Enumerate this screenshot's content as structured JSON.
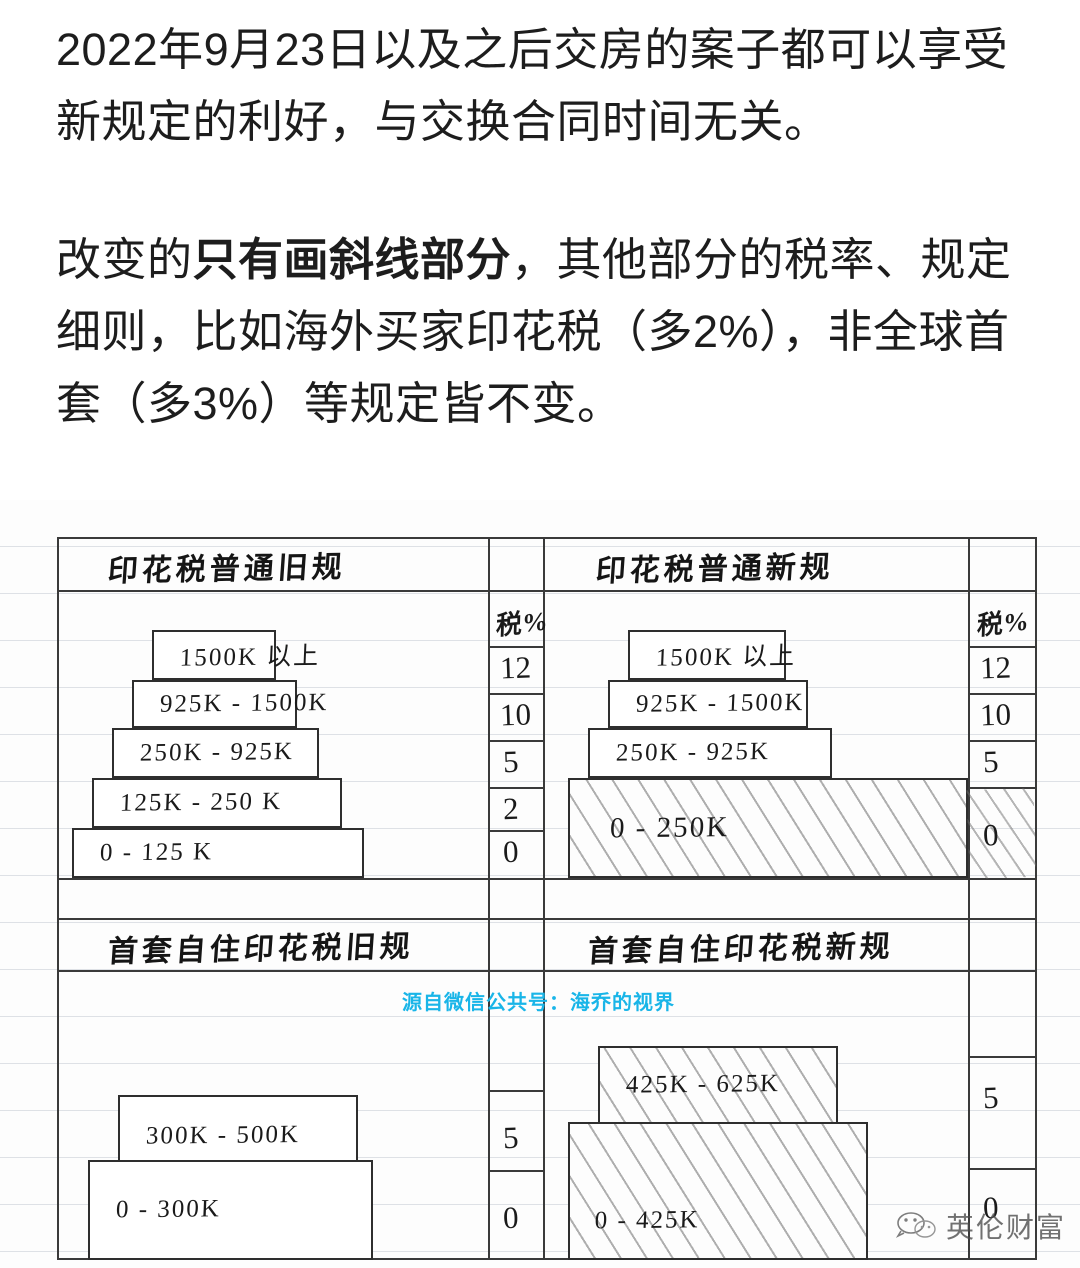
{
  "article": {
    "paragraph_1": "2022年9月23日以及之后交房的案子都可以享受新规定的利好，与交换合同时间无关。",
    "paragraph_2_pre": "改变的",
    "paragraph_2_bold": "只有画斜线部分",
    "paragraph_2_post": "，其他部分的税率、规定细则，比如海外买家印花税（多2%），非全球首套（多3%）等规定皆不变。"
  },
  "diagram": {
    "rate_column_header": "税%",
    "panels": [
      {
        "id": "stamp-duty-standard-old",
        "title": "印花税普通旧规",
        "bands": [
          {
            "label": "1500K 以上",
            "rate": "12",
            "hatched": false
          },
          {
            "label": "925K - 1500K",
            "rate": "10",
            "hatched": false
          },
          {
            "label": "250K - 925K",
            "rate": "5",
            "hatched": false
          },
          {
            "label": "125K - 250 K",
            "rate": "2",
            "hatched": false
          },
          {
            "label": "0 - 125 K",
            "rate": "0",
            "hatched": false
          }
        ]
      },
      {
        "id": "stamp-duty-standard-new",
        "title": "印花税普通新规",
        "bands": [
          {
            "label": "1500K 以上",
            "rate": "12",
            "hatched": false
          },
          {
            "label": "925K - 1500K",
            "rate": "10",
            "hatched": false
          },
          {
            "label": "250K - 925K",
            "rate": "5",
            "hatched": false
          },
          {
            "label": "0 - 250K",
            "rate": "0",
            "hatched": true
          }
        ]
      },
      {
        "id": "first-home-old",
        "title": "首套自住印花税旧规",
        "bands": [
          {
            "label": "300K - 500K",
            "rate": "5",
            "hatched": false
          },
          {
            "label": "0 - 300K",
            "rate": "0",
            "hatched": false
          }
        ]
      },
      {
        "id": "first-home-new",
        "title": "首套自住印花税新规",
        "bands": [
          {
            "label": "425K - 625K",
            "rate": "5",
            "hatched": true
          },
          {
            "label": "0 - 425K",
            "rate": "0",
            "hatched": true
          }
        ]
      }
    ]
  },
  "watermark": {
    "source_text": "源自微信公共号：海乔的视界",
    "color": "#19b5e8"
  },
  "logo": {
    "name": "英伦财富",
    "icon": "wechat-icon"
  },
  "chart_data": {
    "type": "bar",
    "title": "英国印花税 (Stamp Duty) 新旧规对比",
    "ylabel": "税% (tax rate)",
    "charts": [
      {
        "name": "印花税普通旧规",
        "categories": [
          "0 - 125 K",
          "125K - 250 K",
          "250K - 925K",
          "925K - 1500K",
          "1500K 以上"
        ],
        "values": [
          0,
          2,
          5,
          10,
          12
        ],
        "highlight": []
      },
      {
        "name": "印花税普通新规",
        "categories": [
          "0 - 250K",
          "250K - 925K",
          "925K - 1500K",
          "1500K 以上"
        ],
        "values": [
          0,
          5,
          10,
          12
        ],
        "highlight": [
          "0 - 250K"
        ]
      },
      {
        "name": "首套自住印花税旧规",
        "categories": [
          "0 - 300K",
          "300K - 500K"
        ],
        "values": [
          0,
          5
        ],
        "highlight": []
      },
      {
        "name": "首套自住印花税新规",
        "categories": [
          "0 - 425K",
          "425K - 625K"
        ],
        "values": [
          0,
          5
        ],
        "highlight": [
          "0 - 425K",
          "425K - 625K"
        ]
      }
    ]
  }
}
